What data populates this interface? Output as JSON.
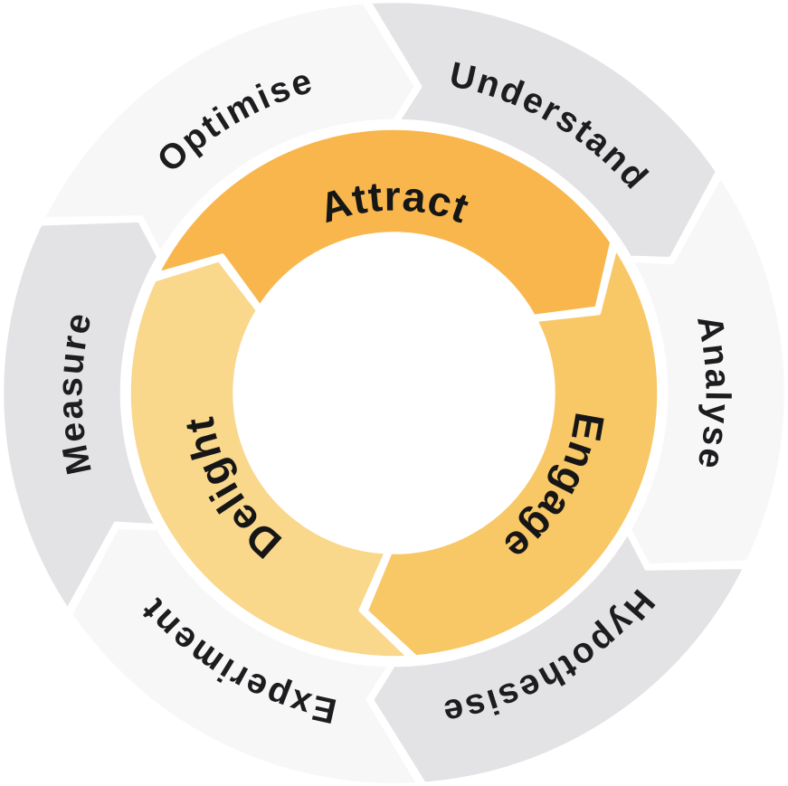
{
  "diagram": {
    "name": "growth-marketing-flywheel",
    "direction": "clockwise",
    "background": "#FFFFFF",
    "text_color": "#1D1D1F",
    "inner_ring": {
      "segments": [
        {
          "label": "Attract",
          "color": "#F8B64D"
        },
        {
          "label": "Engage",
          "color": "#F8C766"
        },
        {
          "label": "Delight",
          "color": "#F9D78B"
        }
      ]
    },
    "outer_ring": {
      "segments": [
        {
          "label": "Optimise",
          "color": "#F7F7F8"
        },
        {
          "label": "Understand",
          "color": "#E3E3E5"
        },
        {
          "label": "Analyse",
          "color": "#F7F7F8"
        },
        {
          "label": "Hypothesise",
          "color": "#E3E3E5"
        },
        {
          "label": "Experiment",
          "color": "#F7F7F8"
        },
        {
          "label": "Measure",
          "color": "#E3E3E5"
        }
      ]
    }
  }
}
